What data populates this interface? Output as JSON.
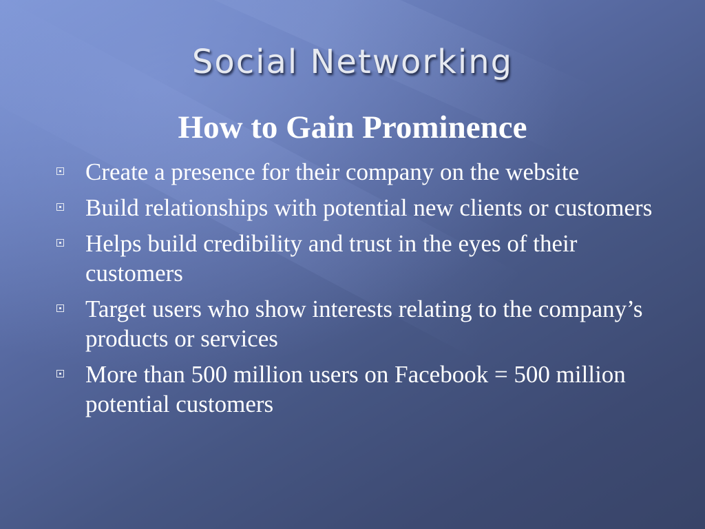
{
  "slide": {
    "title": "Social Networking",
    "subtitle": "How to Gain Prominence",
    "bullet_icon": "square-bullet-icon",
    "bullets": [
      "Create a presence for their company on the website",
      "Build relationships with potential new clients or customers",
      "Helps build credibility and trust in the eyes of their customers",
      "Target users who show interests relating to the company’s products or services",
      "More than 500 million users on Facebook = 500 million potential customers"
    ]
  },
  "colors": {
    "background_light": "#7e96d6",
    "background_dark": "#384468",
    "title_text": "#e6e9f0",
    "body_text": "#ffffff"
  }
}
